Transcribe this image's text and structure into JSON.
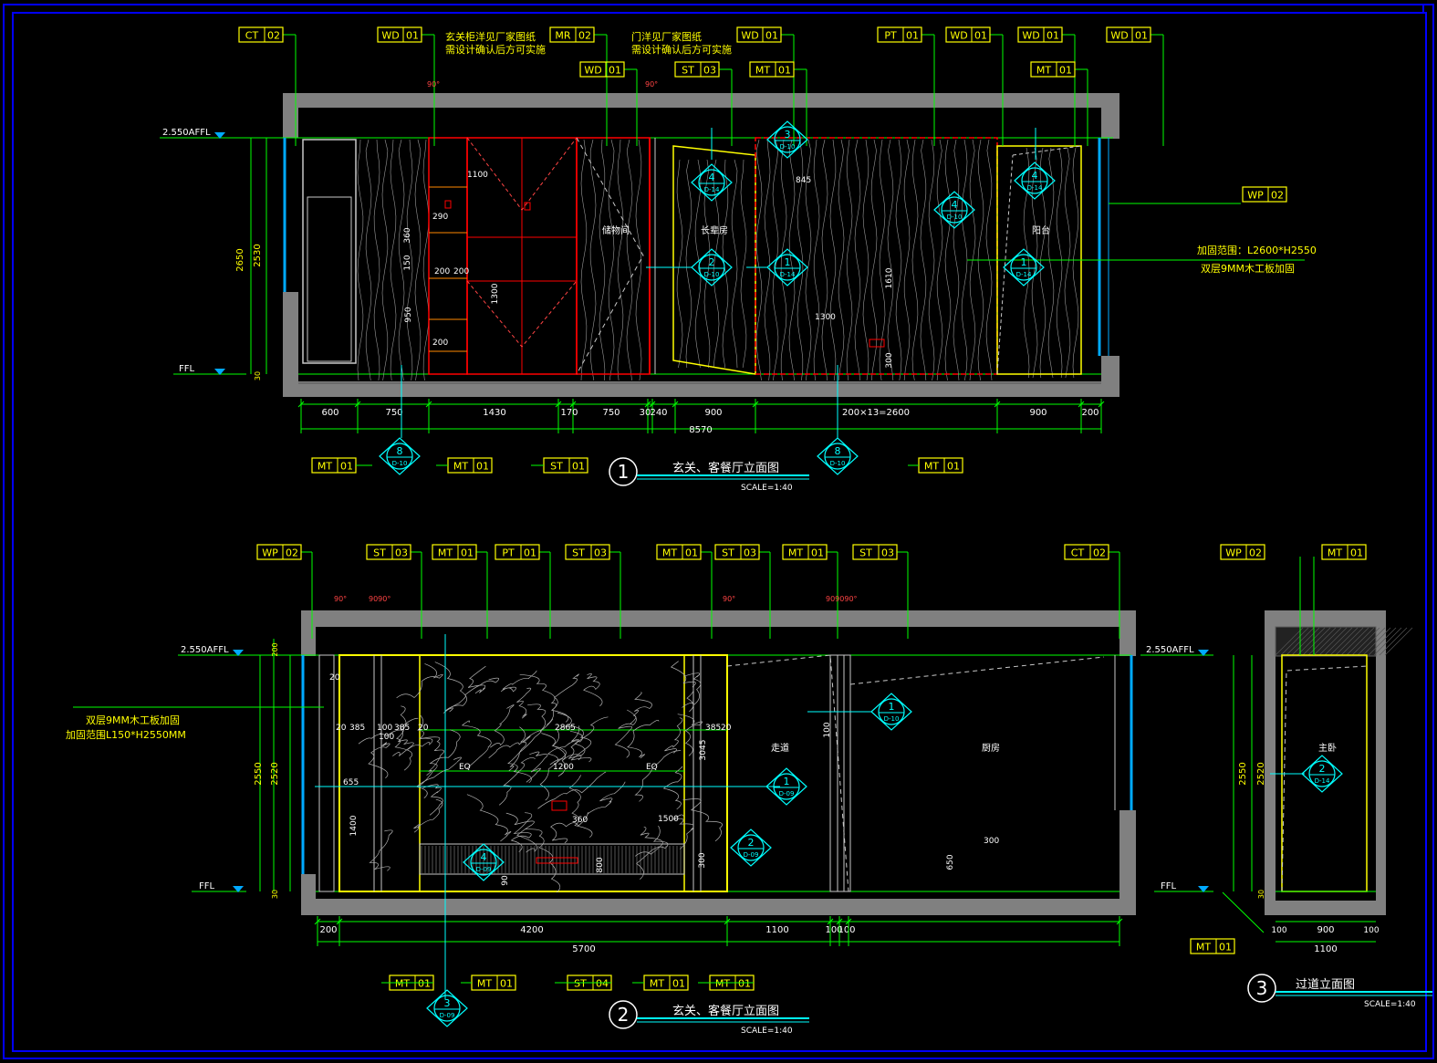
{
  "tags_top": [
    {
      "code": "CT",
      "num": "02"
    },
    {
      "code": "WD",
      "num": "01"
    },
    {
      "code": "MR",
      "num": "02"
    },
    {
      "code": "WD",
      "num": "01"
    },
    {
      "code": "ST",
      "num": "03"
    },
    {
      "code": "MT",
      "num": "01"
    },
    {
      "code": "WD",
      "num": "01"
    },
    {
      "code": "PT",
      "num": "01"
    },
    {
      "code": "WD",
      "num": "01"
    },
    {
      "code": "WD",
      "num": "01"
    },
    {
      "code": "MT",
      "num": "01"
    },
    {
      "code": "WD",
      "num": "01"
    },
    {
      "code": "WP",
      "num": "02"
    }
  ],
  "notes_top": {
    "note1_l1": "玄关柜洋见厂家图纸",
    "note1_l2": "需设计确认后方可实施",
    "note2_l1": "门洋见厂家图纸",
    "note2_l2": "需设计确认后方可实施",
    "reinforce_l1": "加固范围：L2600*H2550",
    "reinforce_l2": "双层9MM木工板加固"
  },
  "levels": {
    "ceiling": "2.550AFFL",
    "floor": "FFL"
  },
  "elev1": {
    "num": "1",
    "title": "玄关、客餐厅立面图",
    "scale": "SCALE=1:40",
    "vdims": [
      "2650",
      "2530",
      "30"
    ],
    "hdims": [
      "600",
      "750",
      "1430",
      "170",
      "750",
      "30",
      "240",
      "900",
      "200×13=2600",
      "900",
      "200"
    ],
    "total": "8570",
    "inner_dims": [
      "1100",
      "290",
      "360",
      "150",
      "200",
      "200",
      "950",
      "200",
      "1300",
      "1610",
      "300",
      "845",
      "1300"
    ],
    "rooms": [
      "储物间",
      "长辈房",
      "阳台"
    ],
    "bottom_tags": [
      {
        "code": "MT",
        "num": "01"
      },
      {
        "code": "MT",
        "num": "01"
      },
      {
        "code": "ST",
        "num": "01"
      },
      {
        "code": "MT",
        "num": "01"
      }
    ],
    "callouts": [
      {
        "num": "3",
        "sheet": "D-10"
      },
      {
        "num": "4",
        "sheet": "D-14"
      },
      {
        "num": "2",
        "sheet": "D-10"
      },
      {
        "num": "1",
        "sheet": "D-14"
      },
      {
        "num": "4",
        "sheet": "D-10"
      },
      {
        "num": "4",
        "sheet": "D-14"
      },
      {
        "num": "1",
        "sheet": "D-14"
      },
      {
        "num": "8",
        "sheet": "D-10"
      },
      {
        "num": "8",
        "sheet": "D-10"
      }
    ],
    "angle": "90°"
  },
  "elev2": {
    "num": "2",
    "title": "玄关、客餐厅立面图",
    "scale": "SCALE=1:40",
    "tags_top": [
      {
        "code": "WP",
        "num": "02"
      },
      {
        "code": "ST",
        "num": "03"
      },
      {
        "code": "MT",
        "num": "01"
      },
      {
        "code": "PT",
        "num": "01"
      },
      {
        "code": "ST",
        "num": "03"
      },
      {
        "code": "MT",
        "num": "01"
      },
      {
        "code": "ST",
        "num": "03"
      },
      {
        "code": "MT",
        "num": "01"
      },
      {
        "code": "ST",
        "num": "03"
      },
      {
        "code": "CT",
        "num": "02"
      }
    ],
    "bottom_tags": [
      {
        "code": "MT",
        "num": "01"
      },
      {
        "code": "MT",
        "num": "01"
      },
      {
        "code": "ST",
        "num": "04"
      },
      {
        "code": "MT",
        "num": "01"
      },
      {
        "code": "MT",
        "num": "01"
      }
    ],
    "note_l1": "双层9MM木工板加固",
    "note_l2": "加固范围L150*H2550MM",
    "hdims": [
      "200",
      "4200",
      "1100",
      "100",
      "100"
    ],
    "total": "5700",
    "vdims": [
      "200",
      "2550",
      "2520",
      "30"
    ],
    "inner_dims": [
      "20",
      "385",
      "100",
      "385",
      "20",
      "2865",
      "20",
      "385",
      "100",
      "20",
      "1200",
      "EQ",
      "EQ",
      "1500",
      "360",
      "3045",
      "300",
      "800",
      "90",
      "1400",
      "655",
      "300",
      "650",
      "100"
    ],
    "rooms": [
      "走道",
      "厨房"
    ],
    "callouts": [
      {
        "num": "1",
        "sheet": "D-10"
      },
      {
        "num": "1",
        "sheet": "D-09"
      },
      {
        "num": "2",
        "sheet": "D-09"
      },
      {
        "num": "4",
        "sheet": "D-09"
      },
      {
        "num": "3",
        "sheet": "D-09"
      }
    ]
  },
  "elev3": {
    "num": "3",
    "title": "过道立面图",
    "scale": "SCALE=1:40",
    "tags": [
      {
        "code": "WP",
        "num": "02"
      },
      {
        "code": "MT",
        "num": "01"
      },
      {
        "code": "MT",
        "num": "01"
      }
    ],
    "hdims": [
      "100",
      "900",
      "100"
    ],
    "total": "1100",
    "vdims": [
      "2550",
      "2520",
      "30"
    ],
    "room": "主卧",
    "callout": {
      "num": "2",
      "sheet": "D-14"
    }
  },
  "colors": {
    "frame": "#0000ff",
    "wall": "#808080",
    "tag": "#ffff00",
    "line": "#00ff00",
    "red": "#ff0000",
    "cyan": "#00ffff",
    "wood": "#c8c8c8"
  }
}
